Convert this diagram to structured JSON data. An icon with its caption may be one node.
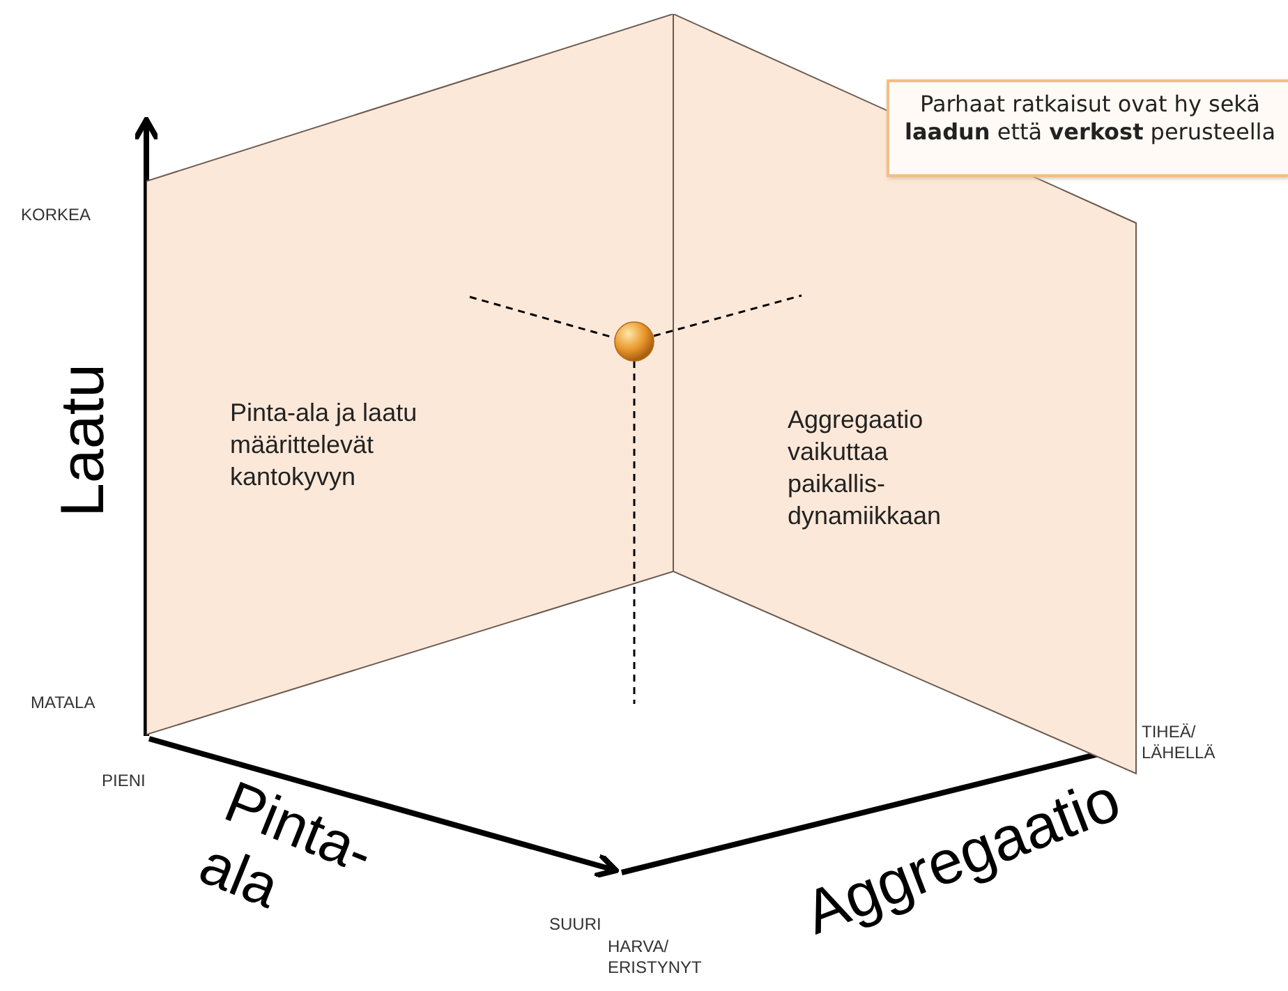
{
  "diagram": {
    "nodes": [
      {
        "text": [
          "Pinta-ala ja laatu määrittelevät kantokyvyn"
        ]
      },
      {
        "text": [
          "Aggregaatio vaikuttaa paikallis- dynamiikkaan"
        ]
      },
      {
        "text": [
          "Parhaat ratkaisut ovat hy sekä **laadun** että **verkost** perusteella"
        ]
      }
    ],
    "labels": [
      "KORKEA",
      "Laatu",
      "MATALA",
      "PIENI",
      "Pinta- ala",
      "SUURI",
      "HARVA/ ERISTYNYT",
      "Aggregaatio",
      "TIHEÄ/ LÄHELLÄ"
    ]
  }
}
